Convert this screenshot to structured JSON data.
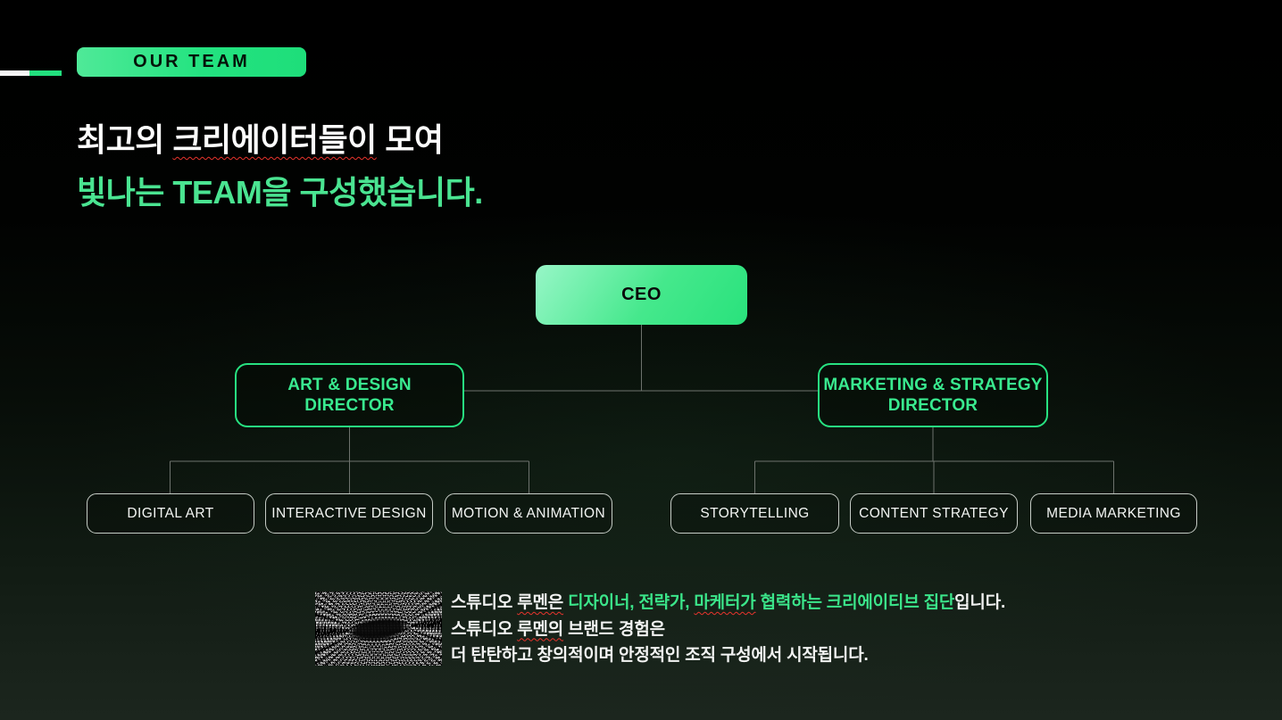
{
  "slide": {
    "badge": {
      "label": "OUR TEAM"
    },
    "accent_colors": {
      "bright_green": "#23e380",
      "mint_text_green": "#4ae491",
      "outline_green": "#27e281",
      "footer_green": "#3be58a",
      "squiggle_red": "#e8342c",
      "background_bottom": "#1c261e"
    },
    "title": {
      "line1": {
        "seg1": "최고의 ",
        "seg2_misspelled": "크리에이터들이",
        "seg3": " 모여"
      },
      "line2": "빛나는 TEAM을 구성했습니다."
    },
    "org_chart": {
      "ceo": "CEO",
      "directors": [
        {
          "line1": "ART & DESIGN",
          "line2": "DIRECTOR"
        },
        {
          "line1": "MARKETING & STRATEGY",
          "line2": "DIRECTOR"
        }
      ],
      "teams_left": [
        "DIGITAL ART",
        "INTERACTIVE DESIGN",
        "MOTION & ANIMATION"
      ],
      "teams_right": [
        "STORYTELLING",
        "CONTENT STRATEGY",
        "MEDIA MARKETING"
      ]
    },
    "footer": {
      "line1": {
        "seg1": "스튜디오 ",
        "seg2_misspelled": "루멘은",
        "seg3_green": " 디자이너, 전략가, ",
        "seg4_green_misspelled": "마케터가",
        "seg5_green": " 협력하는 크리에이티브 집단",
        "seg6": "입니다."
      },
      "line2": {
        "seg1": "스튜디오 ",
        "seg2_misspelled": "루멘의",
        "seg3": " 브랜드 경험은"
      },
      "line3": "더 탄탄하고 창의적이며 안정적인 조직 구성에서 시작됩니다."
    }
  }
}
